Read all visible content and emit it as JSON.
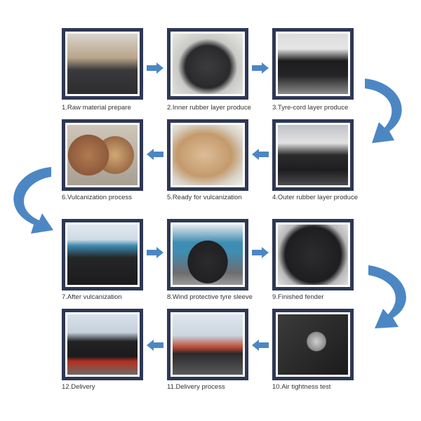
{
  "steps": [
    {
      "label": "1.Raw material prepare",
      "photo": "rubber-sheet-machine",
      "bg": "linear-gradient(#d9d4cc 0%,#b9a58a 40%,#3a3a3d 60%,#2d2d30 100%)"
    },
    {
      "label": "2.Inner rubber layer produce",
      "photo": "inner-rubber-drum",
      "bg": "radial-gradient(ellipse at 50% 55%,#3c3c3e 0%,#2a2a2c 45%,#c9c9c6 60%,#e8e8e6 100%)"
    },
    {
      "label": "3.Tyre-cord layer produce",
      "photo": "tyre-cord-layer",
      "bg": "linear-gradient(#dcdcdc 0%,#e6e6e6 25%,#1c1c1e 45%,#252527 70%,#8b8b8b 100%)"
    },
    {
      "label": "4.Outer rubber layer produce",
      "photo": "outer-rubber-layer",
      "bg": "linear-gradient(#bfc2c5 0%,#e2e2e2 30%,#2a2a2c 50%,#1e1e20 75%,#4b4b4d 100%)"
    },
    {
      "label": "5.Ready for vulcanization",
      "photo": "fender-ready",
      "bg": "radial-gradient(ellipse at 45% 50%,#dcbd98 0%,#c49a6c 50%,#d8d2c6 75%,#efefea 100%)"
    },
    {
      "label": "6.Vulcanization process",
      "photo": "vulcanization-tank",
      "bg": "radial-gradient(circle at 30% 50%,#b07a52 0%,#8e5a3a 35%,transparent 36%),radial-gradient(circle at 68% 50%,#d2a878 0%,#9a6b45 33%,transparent 34%),linear-gradient(#cfc6ba,#a89f94)"
    },
    {
      "label": "7.After vulcanization",
      "photo": "fenders-yard",
      "bg": "linear-gradient(#dfe8ef 0%,#cfdbe4 25%,#3d8ab0 35%,#262628 55%,#1b1b1d 100%)"
    },
    {
      "label": "8.Wind protective tyre sleeve",
      "photo": "tyre-sleeve",
      "bg": "radial-gradient(ellipse at 50% 62%,#2b2b2d 0%,#202022 40%,transparent 41%),linear-gradient(#e3e8ec 0%,#3f8db3 30%,#3f8db3 45%,#6d6d6d 80%,#999 100%)"
    },
    {
      "label": "9.Finished fender",
      "photo": "finished-fender",
      "bg": "radial-gradient(circle,#2c2c2e 0%,#1e1e20 60%,#b9b9b9 75%,#e0e0e0 100%)"
    },
    {
      "label": "10.Air tightness test",
      "photo": "air-test-gauge",
      "bg": "radial-gradient(circle at 55% 45%,#cfcfcf 0%,#8d8d8d 18%,transparent 20%),linear-gradient(135deg,#3b3b3b,#1b1b1b)"
    },
    {
      "label": "11.Delivery process",
      "photo": "delivery-crane",
      "bg": "linear-gradient(#dfe6ee 0%,#cbd6e0 35%,#b9472f 55%,#2a2a2c 65%,#5a5a5a 100%)"
    },
    {
      "label": "12.Delivery",
      "photo": "delivery-trucks",
      "bg": "linear-gradient(#d9e1ea 0%,#c5d1dc 30%,#222224 45%,#1b1b1d 70%,#b5301f 78%,#6a6a6a 100%)"
    }
  ],
  "colors": {
    "frame": "#2e3854",
    "arrow": "#4c87c4"
  }
}
